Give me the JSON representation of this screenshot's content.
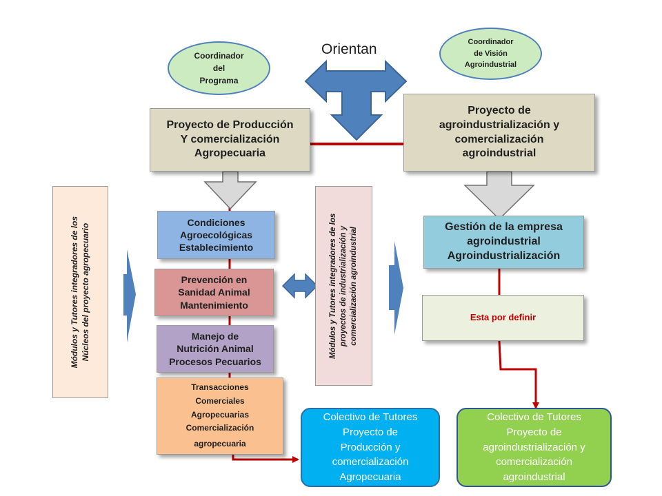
{
  "orientan_label": "Orientan",
  "coordinators": {
    "programa": [
      "Coordinador",
      "del",
      "Programa"
    ],
    "vision": [
      "Coordinador",
      "de Visión",
      "Agroindustrial"
    ]
  },
  "projects": {
    "produccion": [
      "Proyecto de Producción",
      "Y comercialización",
      "Agropecuaria"
    ],
    "agroindustrial": [
      "Proyecto de",
      "agroindustrialización  y",
      "comercialización",
      "agroindustrial"
    ]
  },
  "modules": {
    "left": [
      "Módulos y Tutores integradores de los",
      "Núcleos del proyecto agropecuario"
    ],
    "middle": [
      "Módulos y Tutores integradores de los",
      "proyectos de industrialización y",
      "comercialización agroindustrial"
    ]
  },
  "steps": {
    "condiciones": [
      "Condiciones",
      "Agroecológicas",
      "Establecimiento"
    ],
    "prevencion": [
      "Prevención en",
      "Sanidad Animal",
      "Mantenimiento"
    ],
    "manejo": [
      "Manejo de",
      "Nutrición Animal",
      "Procesos Pecuarios"
    ],
    "transacciones": [
      "Transacciones",
      "Comerciales",
      "Agropecuarias",
      "Comercialización",
      "agropecuaria"
    ]
  },
  "gestion": [
    "Gestión  de la empresa",
    "agroindustrial",
    "Agroindustrialización"
  ],
  "por_definir": "Esta por definir",
  "collectives": {
    "produccion": [
      "Colectivo de Tutores",
      "Proyecto de",
      "Producción y",
      "comercialización",
      "Agropecuaria"
    ],
    "agroindustrial": [
      "Colectivo de Tutores",
      "Proyecto de",
      "agroindustrialización y",
      "comercialización",
      "agroindustrial"
    ]
  },
  "colors": {
    "project_fill": "#ddd9c3",
    "condiciones_fill": "#8eb4e3",
    "prevencion_fill": "#d99694",
    "manejo_fill": "#b3a2c7",
    "transacciones_fill": "#fac090",
    "gestion_fill": "#93cddd",
    "por_definir_fill": "#ebf1de",
    "por_definir_text": "#c00000",
    "module_fill": "#f2dcdb",
    "module_left_fill": "#fdeada",
    "collective_blue": "#00b0f0",
    "collective_green": "#92d050",
    "arrow_blue": "#4f81bd",
    "arrow_gray": "#d9d9d9",
    "wire_red": "#c00000"
  }
}
